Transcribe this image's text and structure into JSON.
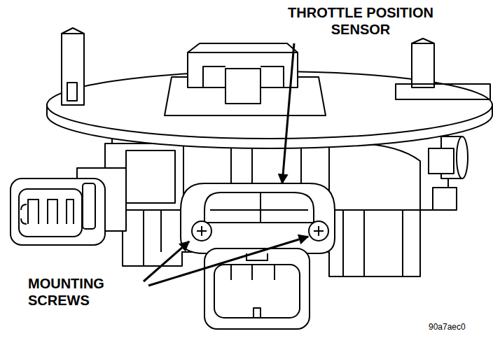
{
  "diagram": {
    "labels": [
      "THROTTLE POSITION SENSOR",
      "MOUNTING SCREWS",
      "90a7aec0"
    ]
  }
}
